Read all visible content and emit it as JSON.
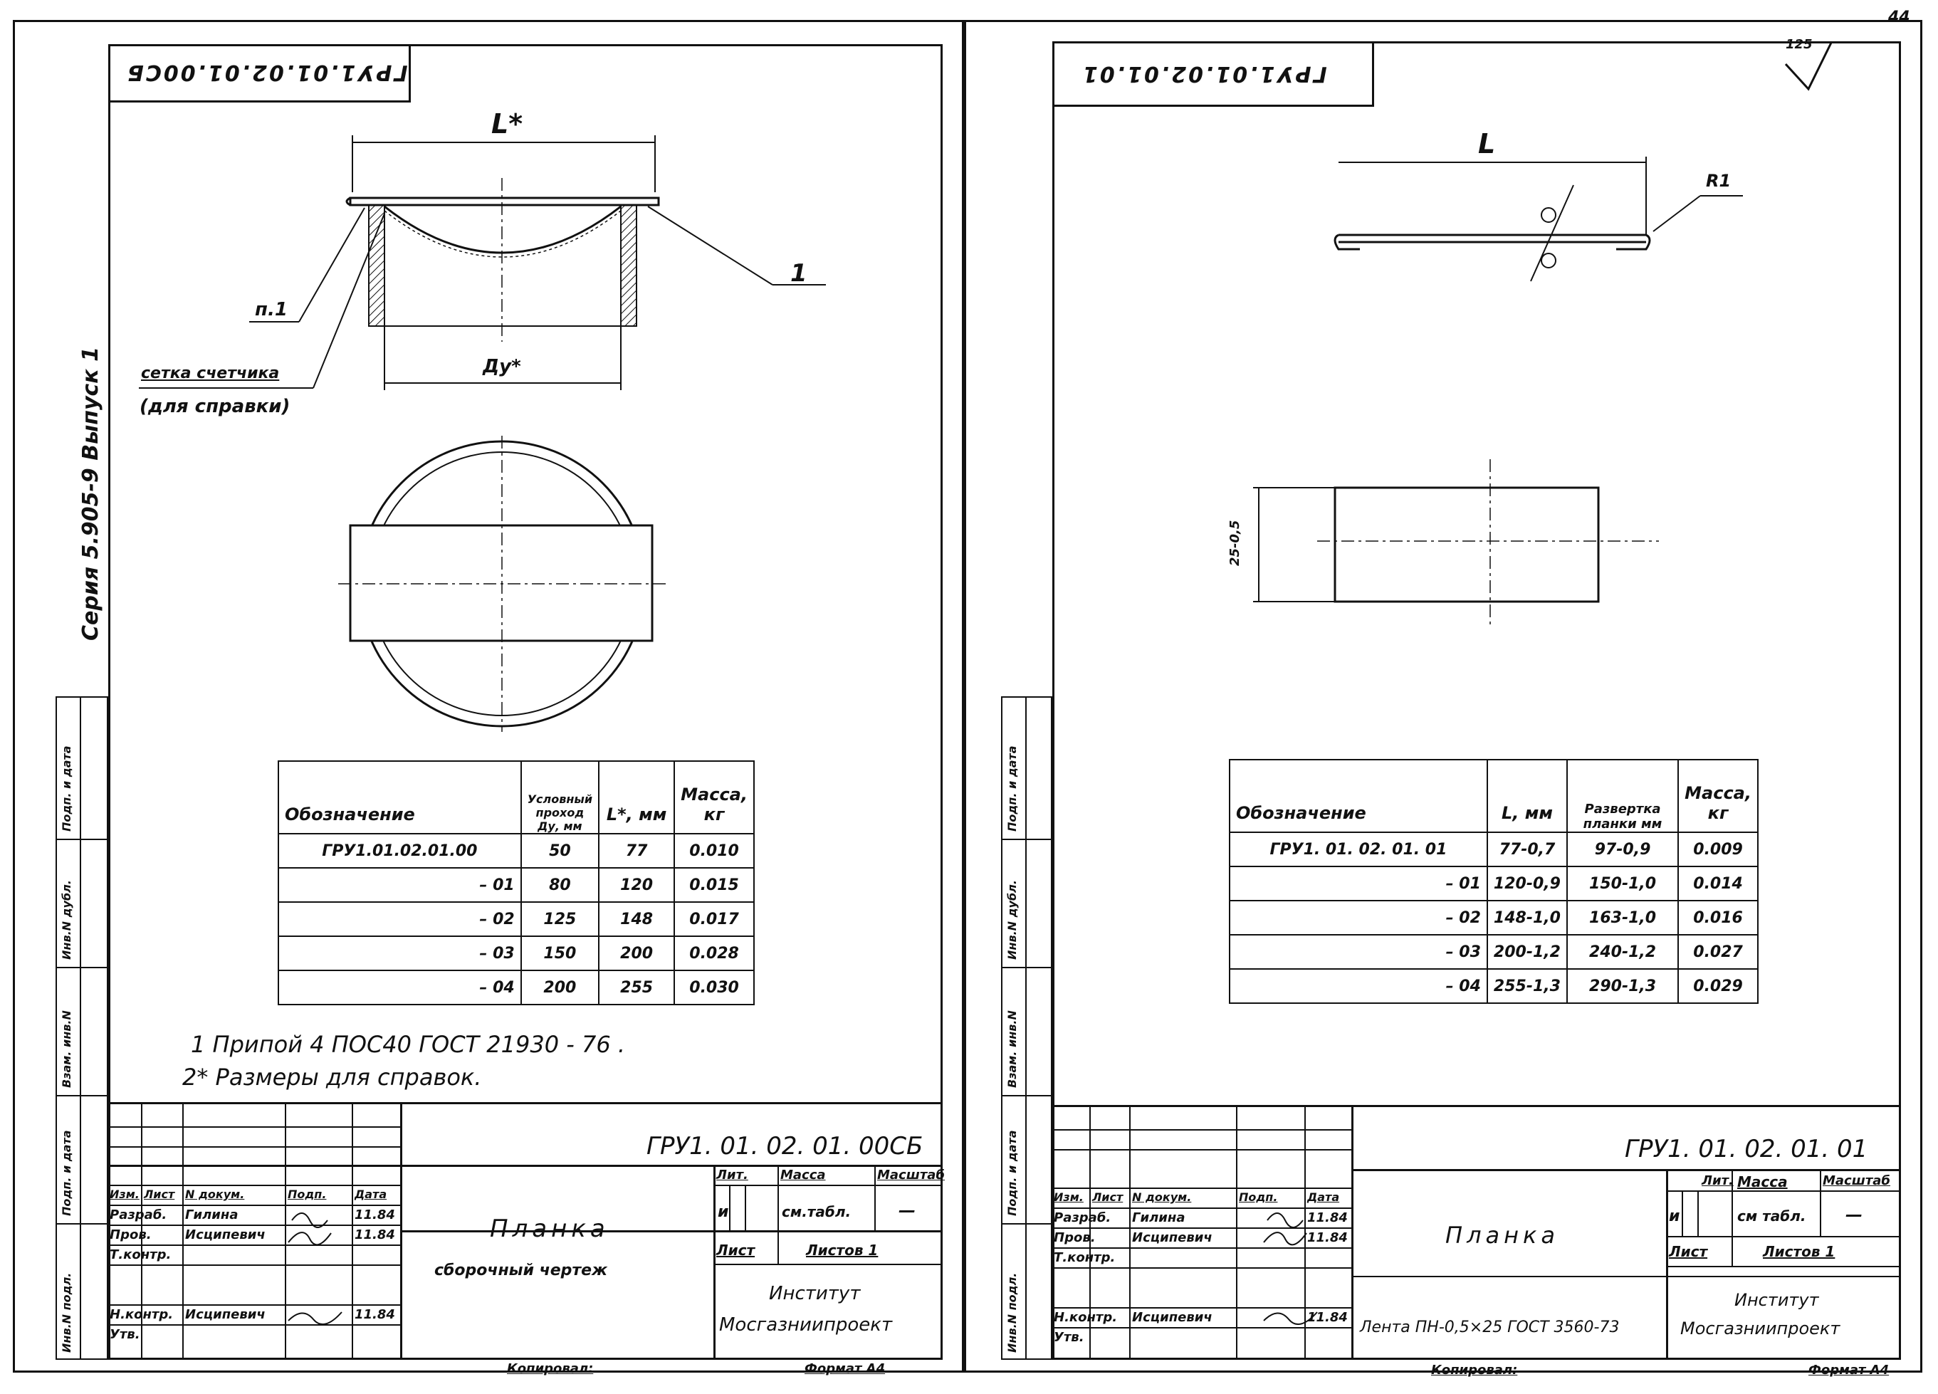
{
  "page_number": "44",
  "roughness": "125",
  "series_vertical": "Серия 5.905-9 Выпуск 1",
  "side_labels": [
    "Взам. инв.N",
    "Инв.N дубл.",
    "Подп. и дата",
    "Подп. и дата",
    "Инв.N подл."
  ],
  "left": {
    "code_mirrored": "ГРУ1.01.02.01.00СБ",
    "dim_L": "L*",
    "dim_Dy": "Ду*",
    "label_n1": "п.1",
    "label_1": "1",
    "mesh_note_1": "сетка счетчика",
    "mesh_note_2": "(для справки)",
    "table": {
      "headers": [
        "Обозначение",
        "Условный проход Ду, мм",
        "L*, мм",
        "Масса, кг"
      ],
      "rows": [
        [
          "ГРУ1.01.02.01.00",
          "50",
          "77",
          "0.010"
        ],
        [
          "– 01",
          "80",
          "120",
          "0.015"
        ],
        [
          "– 02",
          "125",
          "148",
          "0.017"
        ],
        [
          "– 03",
          "150",
          "200",
          "0.028"
        ],
        [
          "– 04",
          "200",
          "255",
          "0.030"
        ]
      ]
    },
    "notes": [
      "1  Припой  4   ПОС40    ГОСТ 21930 - 76 .",
      "2* Размеры  для  справок."
    ],
    "titleblock": {
      "code": "ГРУ1. 01. 02. 01. 00СБ",
      "name": "Планка",
      "subname": "сборочный чертеж",
      "col_headers": [
        "Изм.",
        "Лист",
        "N докум.",
        "Подп.",
        "Дата"
      ],
      "roles": [
        [
          "Разраб.",
          "Гилина",
          "",
          "11.84"
        ],
        [
          "Пров.",
          "Исципевич",
          "",
          "11.84"
        ],
        [
          "Т.контр.",
          "",
          "",
          ""
        ],
        [
          "",
          "",
          "",
          ""
        ],
        [
          "Н.контр.",
          "Исципевич",
          "",
          "11.84"
        ],
        [
          "Утв.",
          "",
          "",
          ""
        ]
      ],
      "lit": "Лит.",
      "mass": "Масса",
      "scale": "Масштаб",
      "lit_val": "и",
      "mass_val": "см.табл.",
      "scale_val": "—",
      "sheet": "Лист",
      "sheets": "Листов  1",
      "org_1": "Институт",
      "org_2": "Мосгазниипроект",
      "copied": "Копировал: ",
      "format": "Формат А4"
    }
  },
  "right": {
    "code_mirrored": "ГРУ1.01.02.01.01",
    "dim_L": "L",
    "dim_R": "R1",
    "dim_25": "25-0,5",
    "table": {
      "headers": [
        "Обозначение",
        "L, мм",
        "Развертка планки мм",
        "Масса, кг"
      ],
      "rows": [
        [
          "ГРУ1. 01. 02. 01. 01",
          "77-0,7",
          "97-0,9",
          "0.009"
        ],
        [
          "– 01",
          "120-0,9",
          "150-1,0",
          "0.014"
        ],
        [
          "– 02",
          "148-1,0",
          "163-1,0",
          "0.016"
        ],
        [
          "– 03",
          "200-1,2",
          "240-1,2",
          "0.027"
        ],
        [
          "– 04",
          "255-1,3",
          "290-1,3",
          "0.029"
        ]
      ]
    },
    "titleblock": {
      "code": "ГРУ1. 01. 02. 01. 01",
      "name": "Планка",
      "material": "Лента  ПН-0,5×25 ГОСТ 3560-73",
      "col_headers": [
        "Изм.",
        "Лист",
        "N докум.",
        "Подп.",
        "Дата"
      ],
      "roles": [
        [
          "Разраб.",
          "Гилина",
          "",
          "11.84"
        ],
        [
          "Пров.",
          "Исципевич",
          "",
          "11.84"
        ],
        [
          "Т.контр.",
          "",
          "",
          ""
        ],
        [
          "",
          "",
          "",
          ""
        ],
        [
          "Н.контр.",
          "Исципевич",
          "",
          "11.84"
        ],
        [
          "Утв.",
          "",
          "",
          ""
        ]
      ],
      "lit": "Лит.",
      "mass": "Масса",
      "scale": "Масштаб",
      "lit_val": "и",
      "mass_val": "см табл.",
      "scale_val": "—",
      "sheet": "Лист",
      "sheets": "Листов  1",
      "org_1": "Институт",
      "org_2": "Мосгазниипроект",
      "copied": "Копировал: ",
      "format": "Формат А4"
    }
  }
}
